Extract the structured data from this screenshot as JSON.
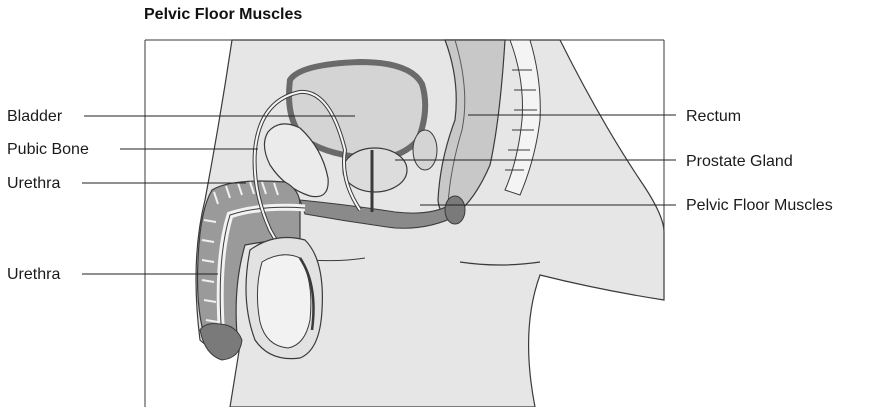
{
  "figure": {
    "title": "Pelvic Floor Muscles"
  },
  "labels": {
    "left": [
      "Bladder",
      "Pubic Bone",
      "Urethra",
      "Urethra"
    ],
    "right": [
      "Rectum",
      "Prostate Gland",
      "Pelvic Floor Muscles"
    ]
  },
  "colors": {
    "background": "#ffffff",
    "body_fill": "#e6e6e6",
    "organ_fill": "#d4d4d4",
    "muscle_fill": "#8a8a8a",
    "outline": "#3a3a3a",
    "leader_line": "#222222"
  }
}
